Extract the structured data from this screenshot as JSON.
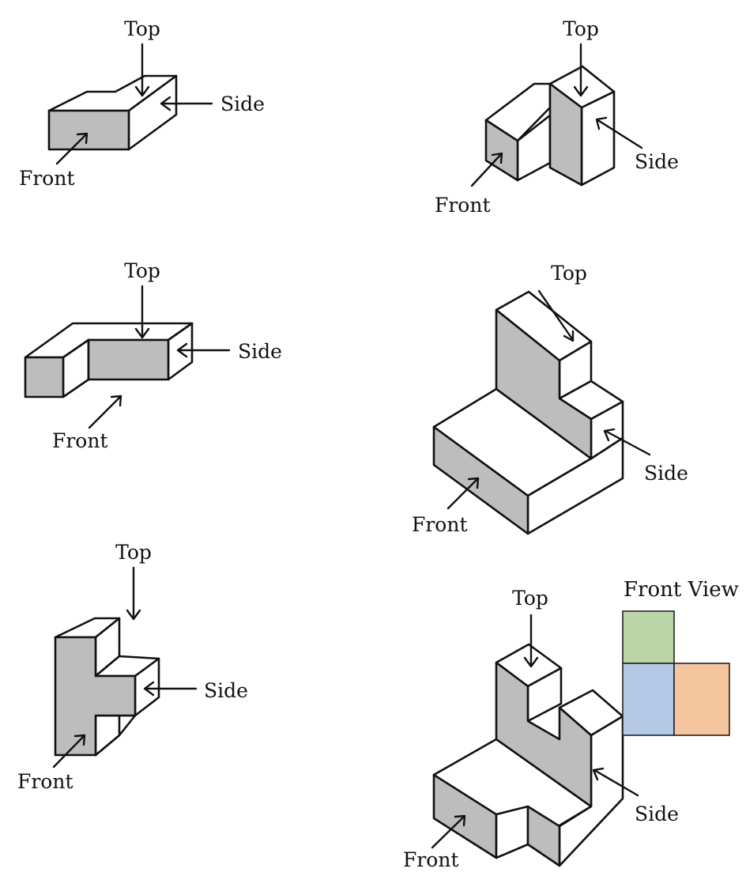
{
  "labels": {
    "top": "Top",
    "side": "Side",
    "front": "Front"
  },
  "front_view": {
    "title": "Front View",
    "colors": {
      "upper": "#bcd5a6",
      "lower_left": "#b3c9e6",
      "lower_right": "#f5c69d"
    }
  },
  "shade_color": "#bdbdbd"
}
